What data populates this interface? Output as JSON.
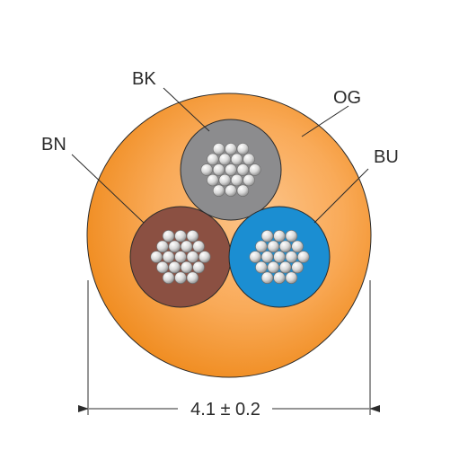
{
  "diagram": {
    "labels": {
      "black_core": "BK",
      "orange_jacket": "OG",
      "brown_core": "BN",
      "blue_core": "BU"
    },
    "dimension": "4.1 ± 0.2"
  },
  "colors": {
    "jacket_dark": "#ef8a1c",
    "jacket_light": "#fcc48a",
    "black_core": "#8c8c8e",
    "brown_core": "#8b5042",
    "blue_core": "#1b8ed2",
    "strand": "#d9d9d9",
    "strand_shade": "#7a7a7a",
    "line": "#2b2b2b"
  },
  "icons": {
    "arrow": "arrowhead"
  }
}
